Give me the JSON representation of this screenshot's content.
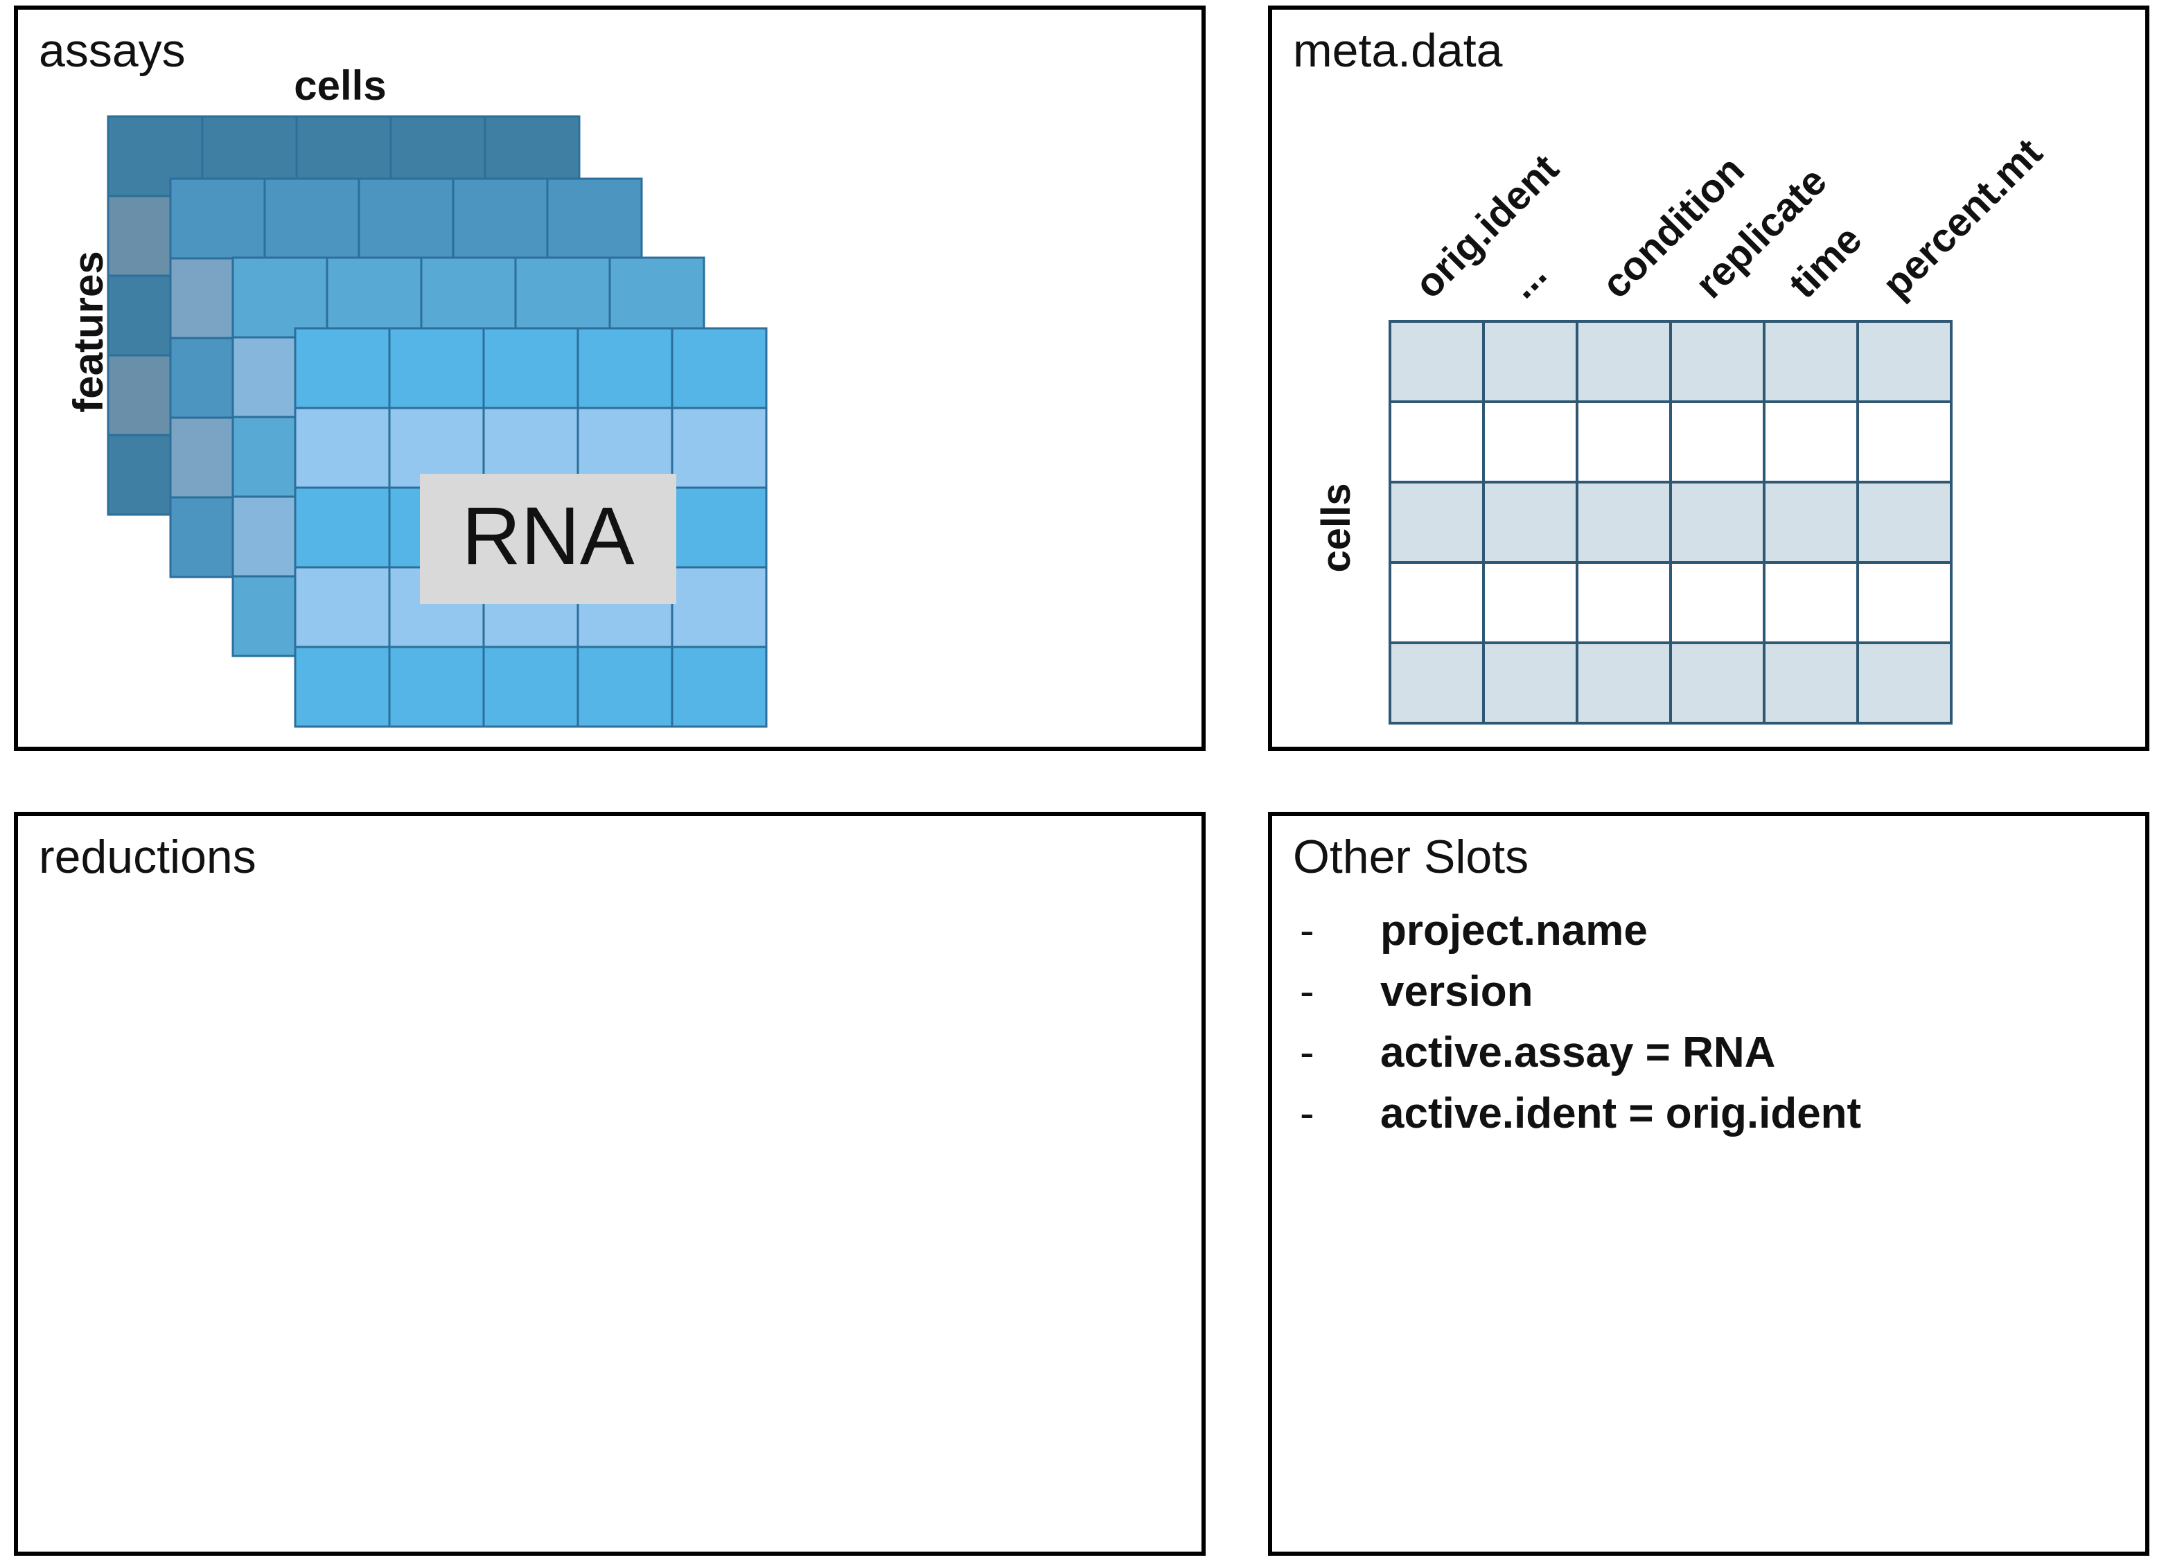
{
  "assays": {
    "title": "assays",
    "cells_label": "cells",
    "features_label": "features",
    "assay_name": "RNA",
    "colors": {
      "layer_back": "#3f7fa3",
      "layer_mid_back": "#4b95c0",
      "layer_mid_front": "#58a9d4",
      "layer_front": "#55b5e6",
      "layer_front_light": "#93c7ef",
      "grid_line": "#2b6f9a",
      "label_box": "#d9d9d9"
    }
  },
  "meta_data": {
    "title": "meta.data",
    "rows_label": "cells",
    "columns": [
      "orig.ident",
      "...",
      "condition",
      "replicate",
      "time",
      "percent.mt"
    ],
    "colors": {
      "shaded_row": "#d3e0e8",
      "grid_line": "#2f5874"
    }
  },
  "reductions": {
    "title": "reductions"
  },
  "other_slots": {
    "title": "Other Slots",
    "bullet": "-",
    "items": [
      "project.name",
      "version",
      "active.assay = RNA",
      "active.ident = orig.ident"
    ]
  }
}
